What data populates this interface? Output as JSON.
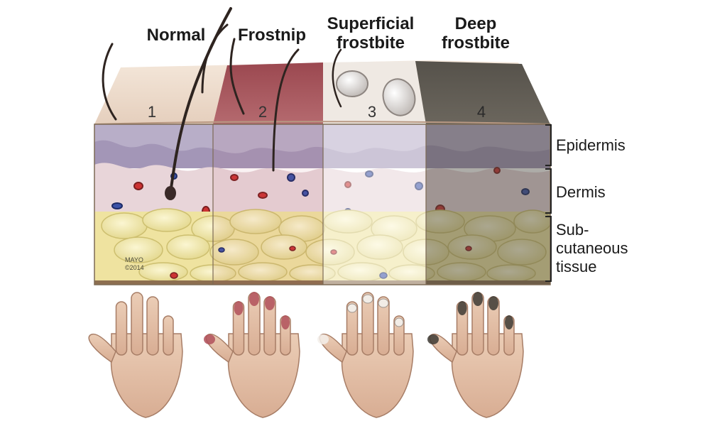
{
  "stages": [
    {
      "label": "Normal",
      "number": "1"
    },
    {
      "label": "Frostnip",
      "number": "2"
    },
    {
      "label": "Superficial\nfrostbite",
      "number": "3"
    },
    {
      "label": "Deep\nfrostbite",
      "number": "4"
    }
  ],
  "layers": {
    "epidermis": "Epidermis",
    "dermis": "Dermis",
    "subcutaneous": "Sub-\ncutaneous\ntissue"
  },
  "credit": {
    "line1": "MAYO",
    "line2": "©2014"
  },
  "colors": {
    "normal_skin": "#eddccd",
    "frostnip_red": "#a8525a",
    "blister_white": "#f5f1ec",
    "deep_gray": "#5f5a52",
    "fat_yellow": "#f3eab1",
    "epidermis_purple": "#b8aec8",
    "dermis_pink": "#e8d5d9"
  }
}
